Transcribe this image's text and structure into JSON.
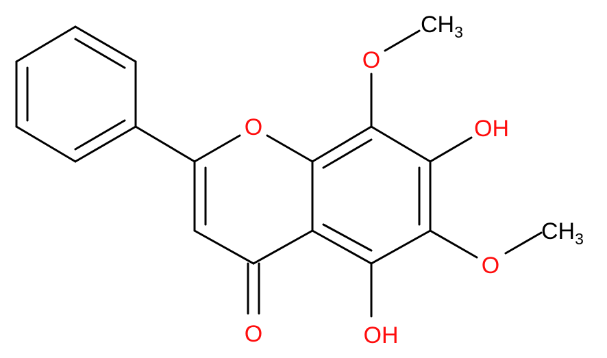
{
  "colors": {
    "bond": "#000000",
    "oxygen": "#ff0d0d",
    "carbon_label": "#000000"
  },
  "atoms": {
    "ring_oxygen": "O",
    "carbonyl_oxygen": "O",
    "methoxy_top_oxygen": "O",
    "methoxy_top_methyl": "CH",
    "methoxy_top_methyl_subscript": "3",
    "methoxy_right_oxygen": "O",
    "methoxy_right_methyl": "CH",
    "methoxy_right_methyl_subscript": "3",
    "hydroxyl_right": "OH",
    "hydroxyl_bottom": "OH"
  }
}
